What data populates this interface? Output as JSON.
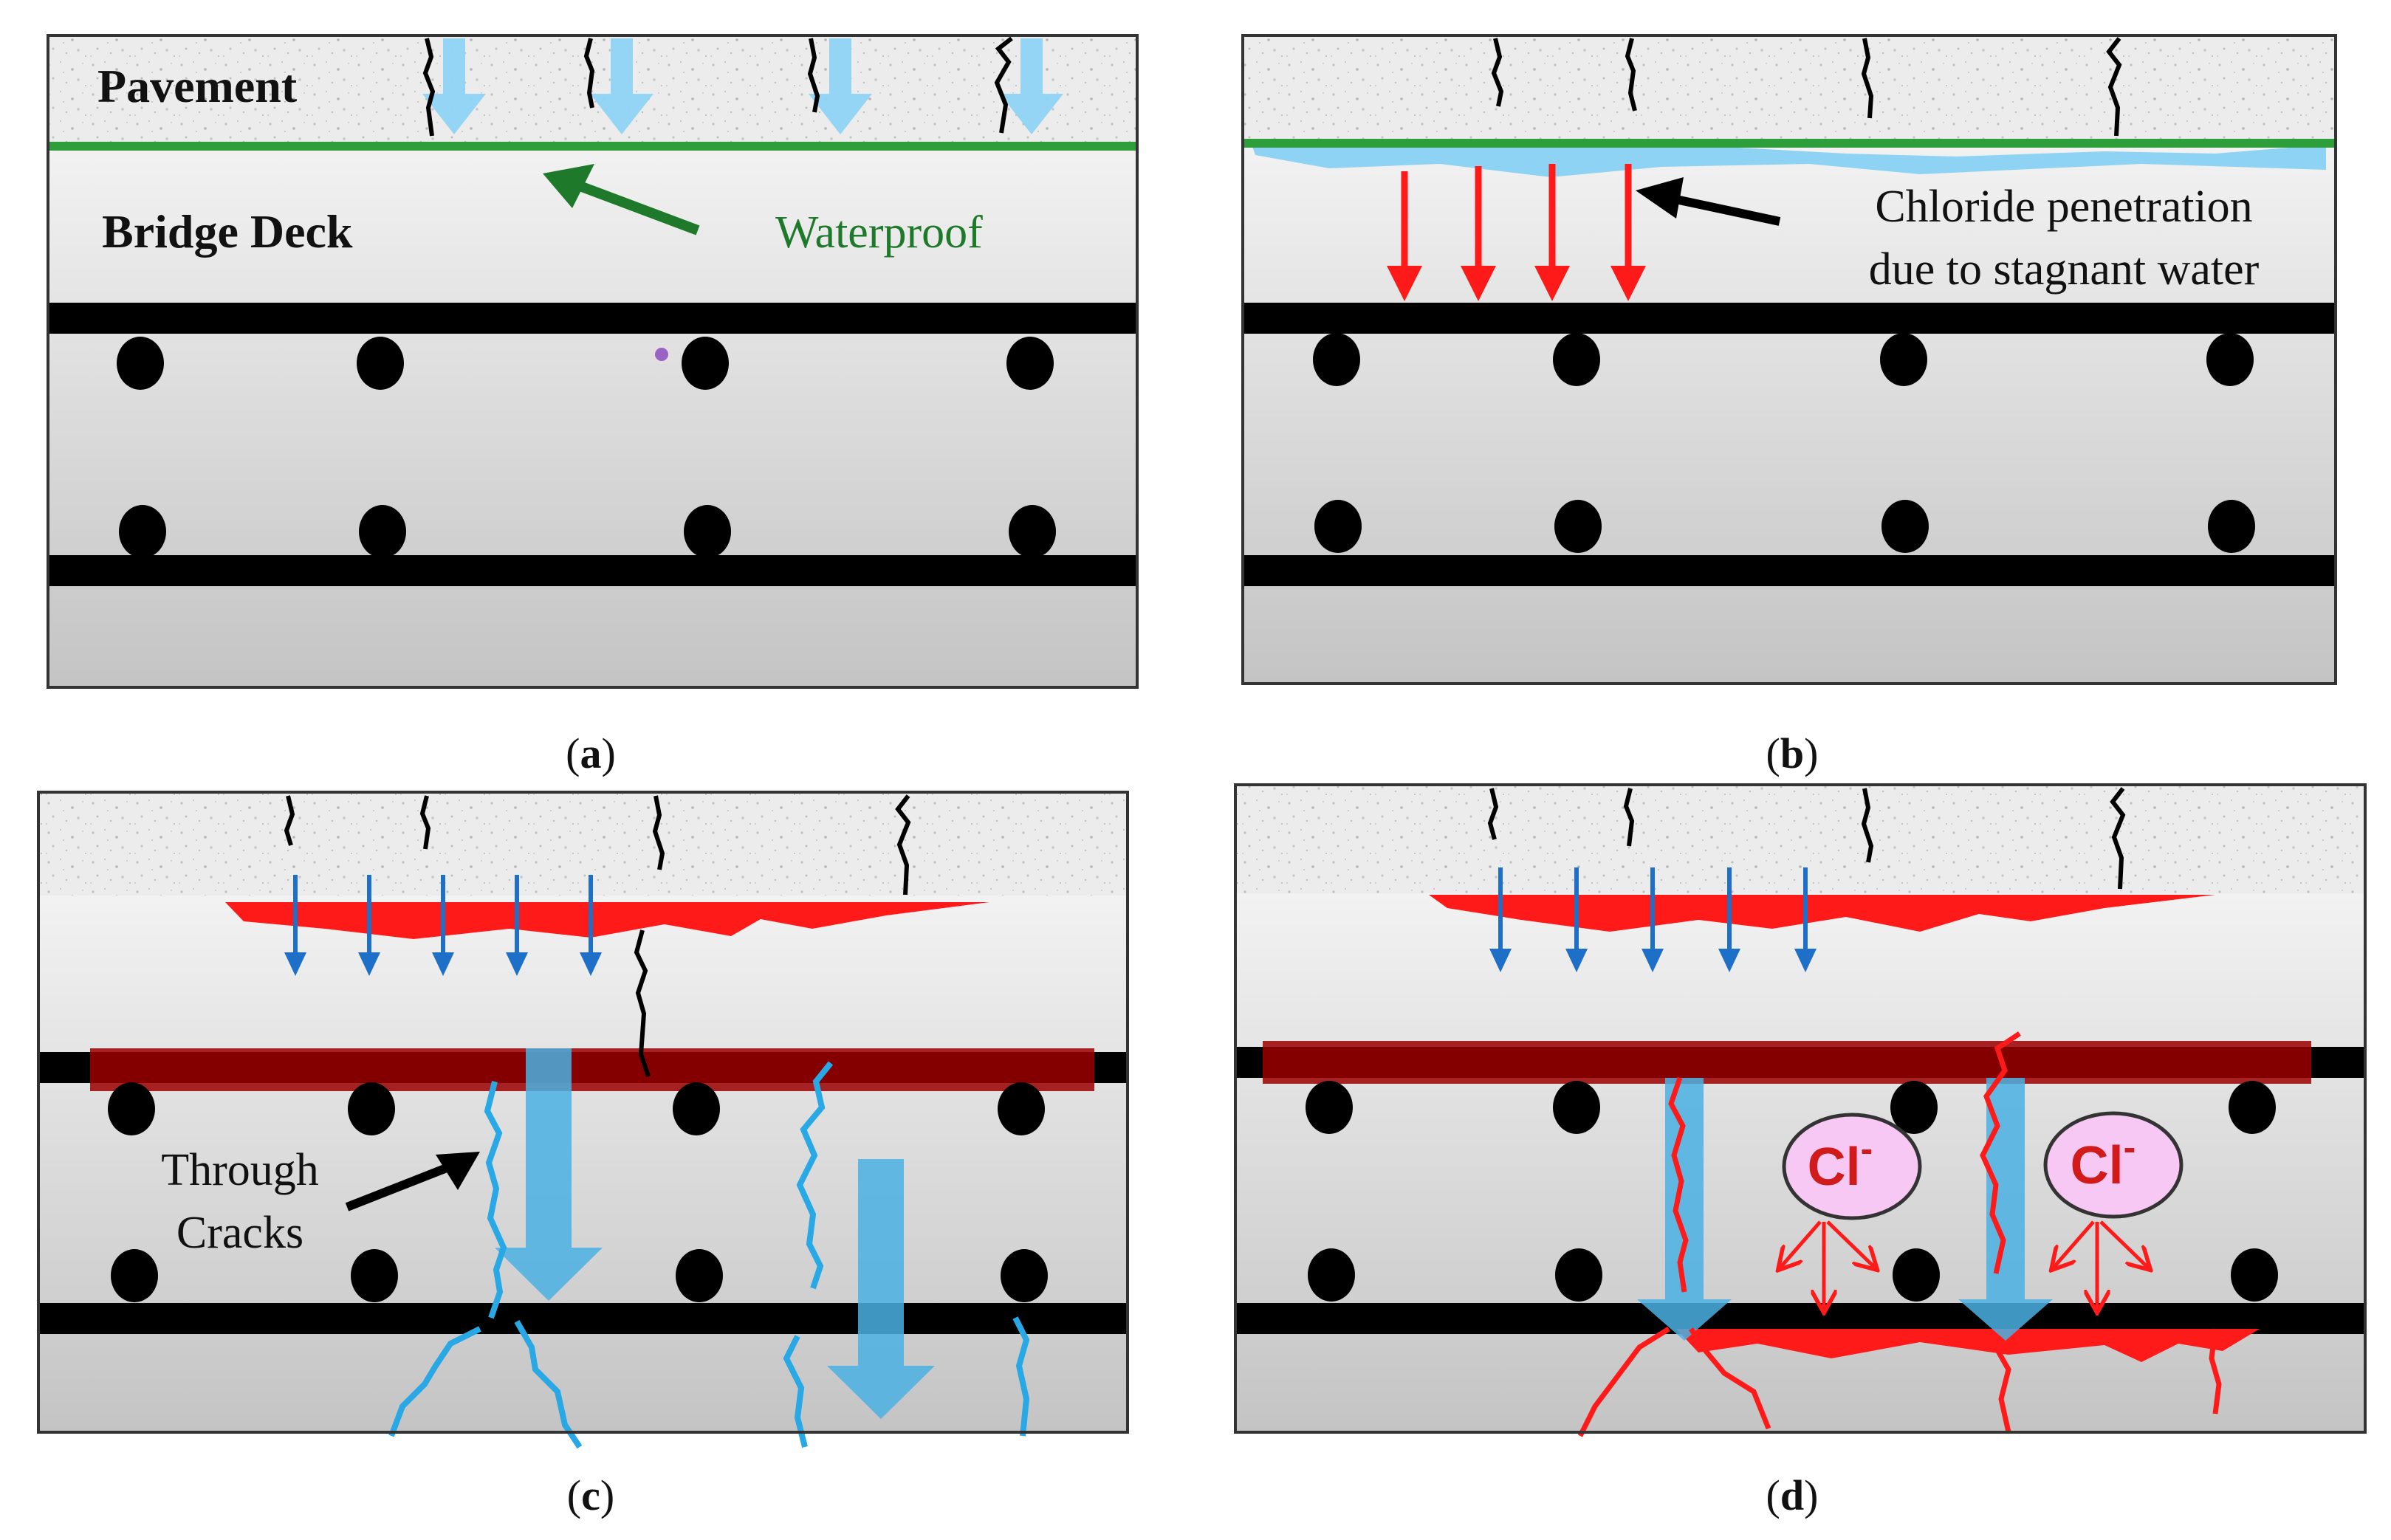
{
  "panels": [
    {
      "id": "a",
      "caption": "a",
      "labels": {
        "pavement": "Pavement",
        "deck": "Bridge Deck",
        "waterproof": "Waterproof"
      }
    },
    {
      "id": "b",
      "caption": "b",
      "labels": {
        "chloride_line1": "Chloride penetration",
        "chloride_line2": "due to stagnant water"
      }
    },
    {
      "id": "c",
      "caption": "c",
      "labels": {
        "cracks_line1": "Through",
        "cracks_line2": "Cracks"
      }
    },
    {
      "id": "d",
      "caption": "d",
      "labels": {
        "ion1": "Cl",
        "ion1_sup": "-",
        "ion2": "Cl",
        "ion2_sup": "-"
      }
    }
  ],
  "colors": {
    "pavement": "#ebebeb",
    "deck_top": "#eeeeee",
    "deck_bottom": "#c8c8c8",
    "rebar": "#000000",
    "membrane": "#2e9e3a",
    "water": "#8fd3f4",
    "water_dark": "#4ab2e3",
    "chloride": "#ff1a1a",
    "corroded_rebar": "#9b0000",
    "blue_arrow": "#1e6fc8",
    "ion_fill": "#f8c8f4",
    "ion_text": "#d11a1a"
  }
}
